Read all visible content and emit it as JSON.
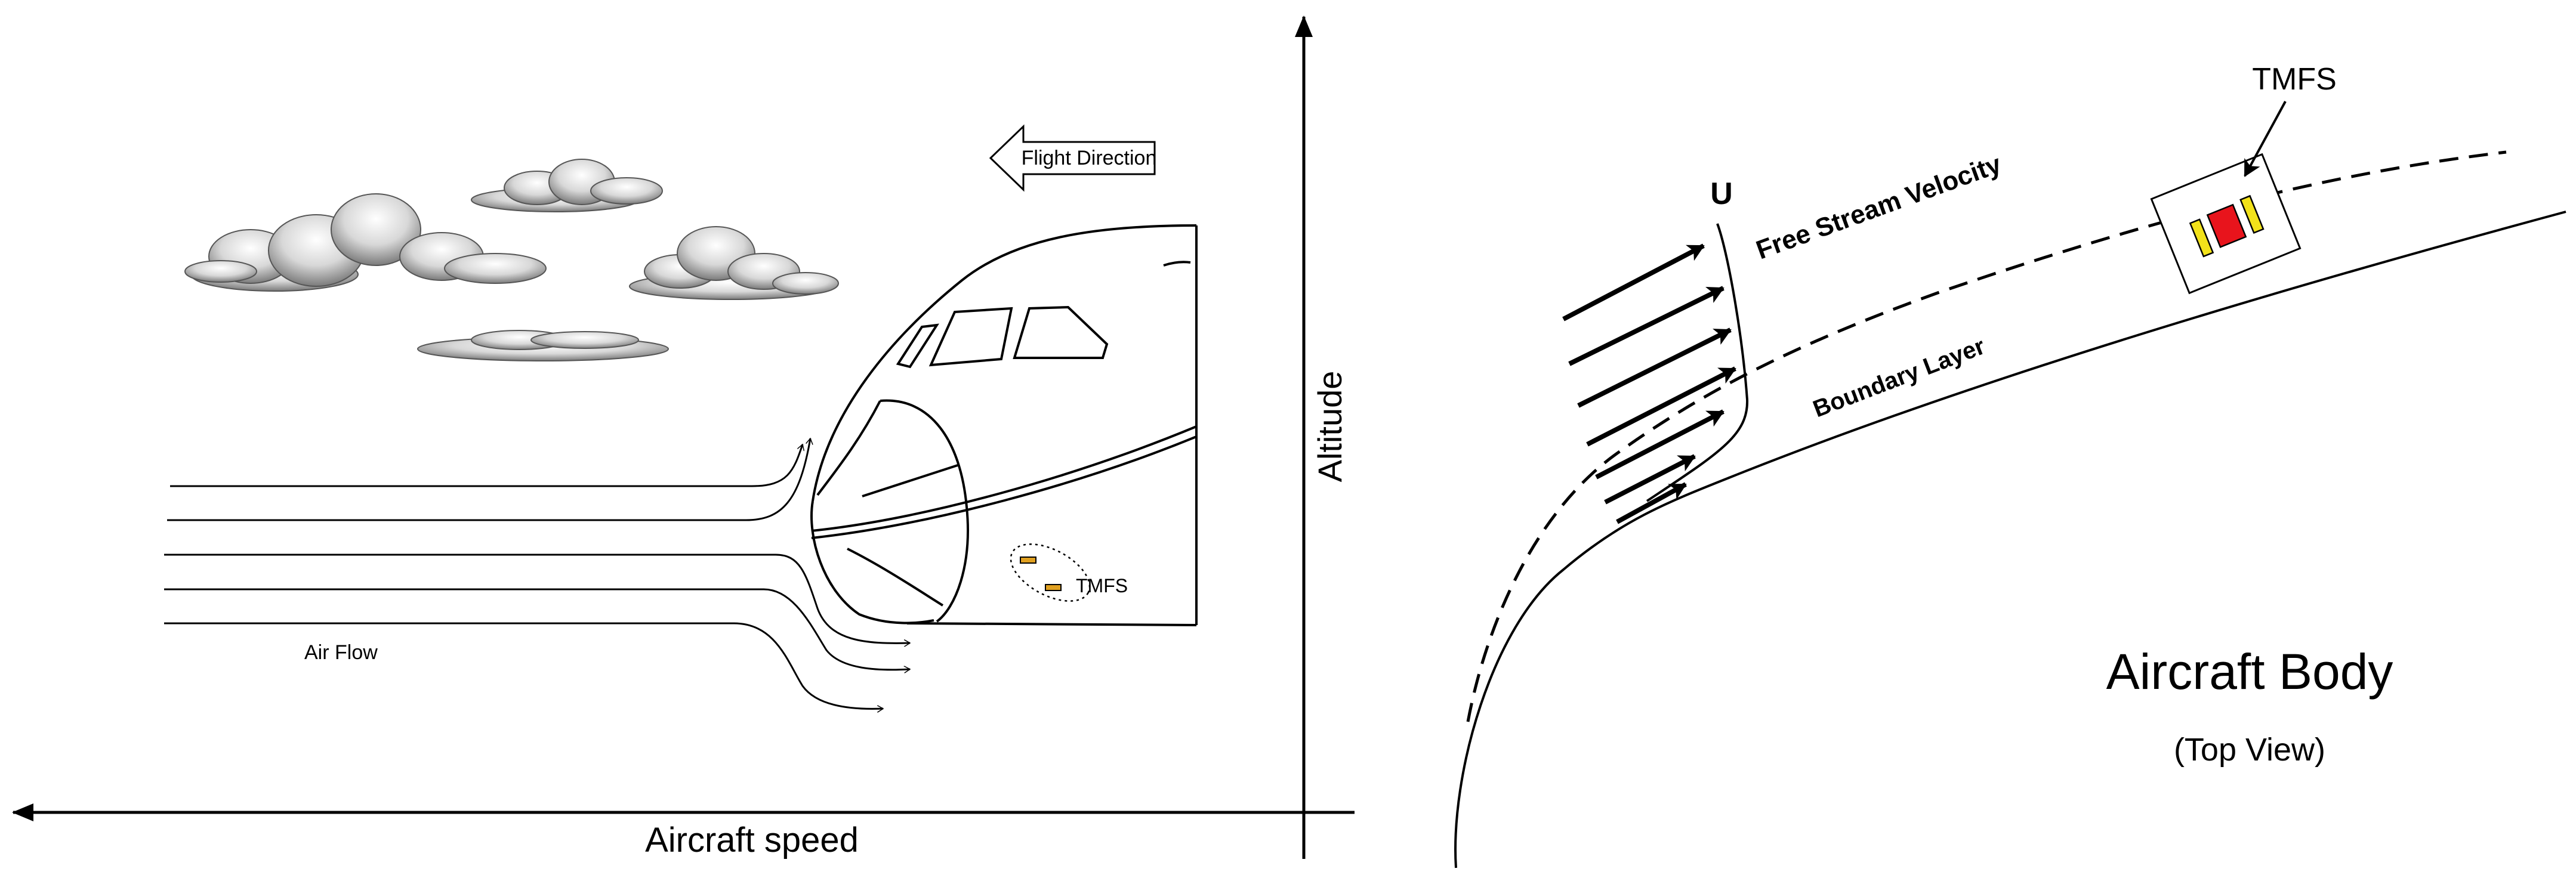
{
  "left_panel": {
    "flight_direction_label": "Flight Direction",
    "air_flow_label": "Air Flow",
    "tmfs_label": "TMFS",
    "x_axis_label": "Aircraft speed",
    "y_axis_label": "Altitude"
  },
  "right_panel": {
    "velocity_symbol": "U",
    "free_stream_label": "Free Stream Velocity",
    "boundary_layer_label": "Boundary Layer",
    "tmfs_label": "TMFS",
    "body_title": "Aircraft Body",
    "body_subtitle": "(Top View)"
  },
  "colors": {
    "sensor_red": "#e8141c",
    "sensor_yellow": "#f2e21a",
    "sensor_orange": "#e0a020",
    "cloud_shade": "#8a8a8a"
  }
}
